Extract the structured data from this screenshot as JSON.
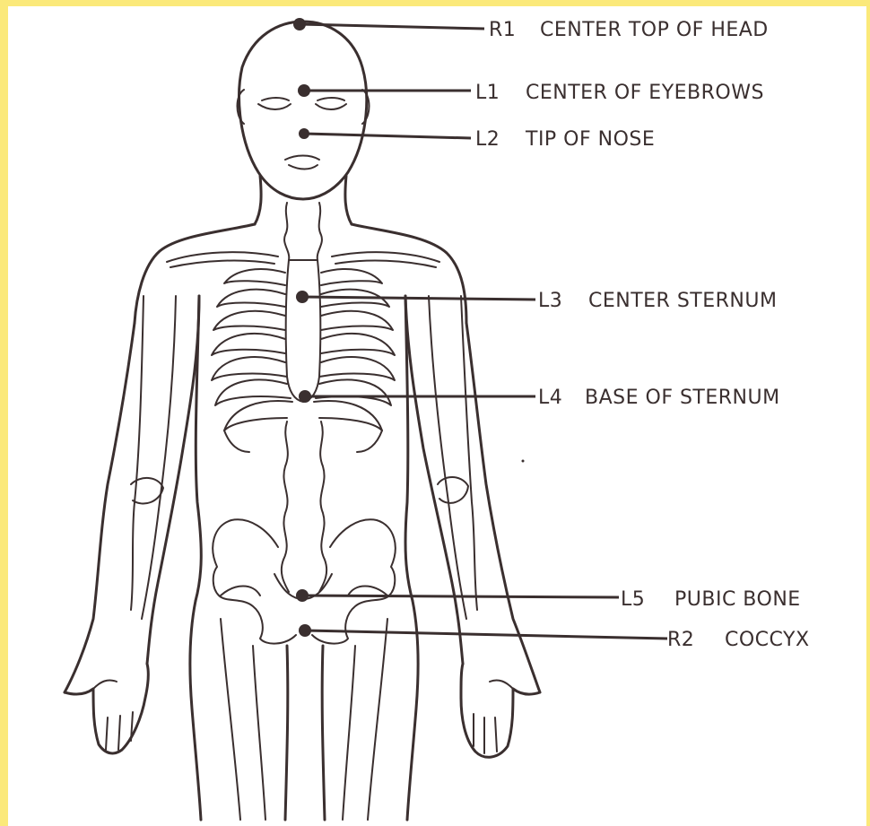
{
  "points": [
    {
      "code": "R1",
      "text": "CENTER TOP OF HEAD"
    },
    {
      "code": "L1",
      "text": "CENTER OF EYEBROWS"
    },
    {
      "code": "L2",
      "text": "TIP OF NOSE"
    },
    {
      "code": "L3",
      "text": "CENTER STERNUM"
    },
    {
      "code": "L4",
      "text": "BASE OF STERNUM"
    },
    {
      "code": "L5",
      "text": "PUBIC BONE"
    },
    {
      "code": "R2",
      "text": "COCCYX"
    }
  ],
  "colors": {
    "ink": "#3a2f2f",
    "border": "#fbe97a",
    "paper": "#ffffff"
  }
}
